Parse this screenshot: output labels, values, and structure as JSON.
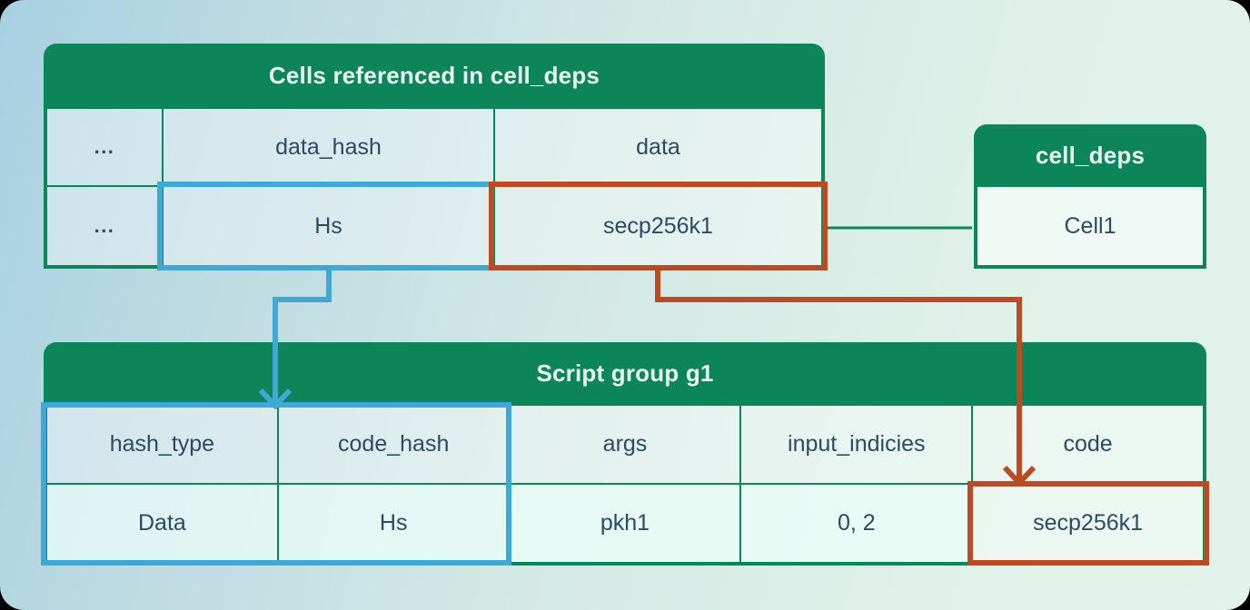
{
  "colors": {
    "green": "#0C8659",
    "blue": "#3FA9D5",
    "red": "#BC4A22",
    "cell_text": "#2C4B63",
    "header_text": "#EAF6EF"
  },
  "referenced_cells_table": {
    "title": "Cells referenced in cell_deps",
    "header_row": [
      "...",
      "data_hash",
      "data"
    ],
    "data_row": [
      "...",
      "Hs",
      "secp256k1"
    ]
  },
  "cell_deps_table": {
    "title": "cell_deps",
    "data_row": [
      "Cell1"
    ]
  },
  "script_group_table": {
    "title": "Script group g1",
    "header_row": [
      "hash_type",
      "code_hash",
      "args",
      "input_indicies",
      "code"
    ],
    "data_row": [
      "Data",
      "Hs",
      "pkh1",
      "0, 2",
      "secp256k1"
    ]
  }
}
